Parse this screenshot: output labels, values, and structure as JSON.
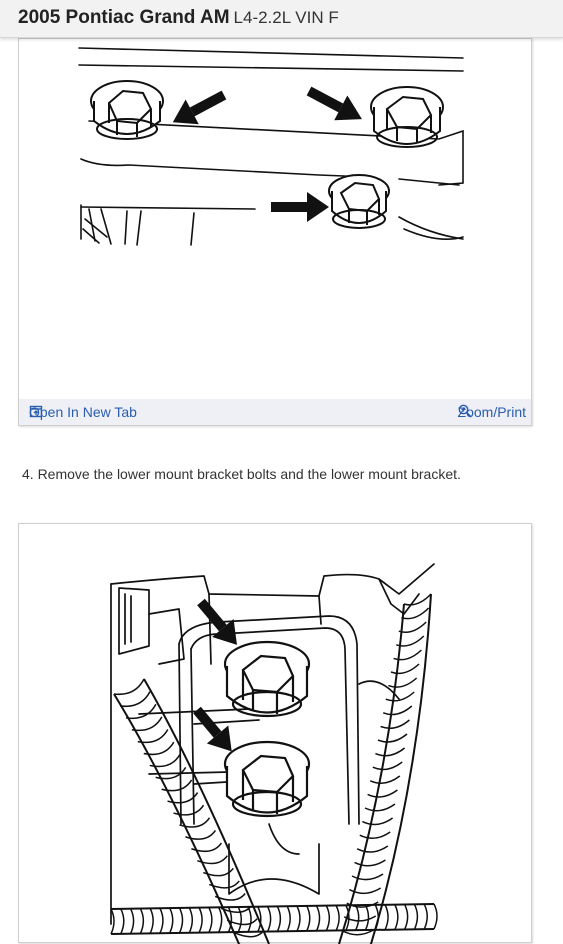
{
  "header": {
    "title": "2005 Pontiac Grand AM",
    "subtitle": "L4-2.2L VIN F"
  },
  "figure1": {
    "open_label": "Open In New Tab",
    "zoom_label": "Zoom/Print",
    "open_icon": "open-in-new-tab-icon",
    "zoom_icon": "zoom-in-icon"
  },
  "step": {
    "text": "4. Remove the lower mount bracket bolts and the lower mount bracket."
  }
}
